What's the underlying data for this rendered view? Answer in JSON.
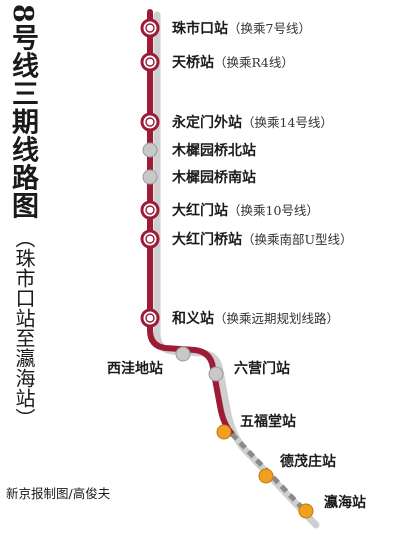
{
  "title": "8号线三期线路图",
  "subtitle": "（珠市口站至瀛海站）",
  "credit": "新京报制图/高俊夫",
  "colors": {
    "line_main": "#9e1b36",
    "line_shadow": "#cfcfcf",
    "line_planned": "#8a8a8a",
    "transfer_ring": "#9e1b36",
    "station_gray": "#c8c8c8",
    "station_orange": "#f0a020"
  },
  "stations": [
    {
      "id": "zhushikou",
      "name": "珠市口站",
      "note": "（换乘7号线）",
      "kind": "transfer"
    },
    {
      "id": "tianqiao",
      "name": "天桥站",
      "note": "（换乘R4线）",
      "kind": "transfer"
    },
    {
      "id": "yongdingmenwai",
      "name": "永定门外站",
      "note": "（换乘14号线）",
      "kind": "transfer"
    },
    {
      "id": "muxiyuan-n",
      "name": "木樨园桥北站",
      "note": "",
      "kind": "regular"
    },
    {
      "id": "muxiyuan-s",
      "name": "木樨园桥南站",
      "note": "",
      "kind": "regular"
    },
    {
      "id": "dahongmen",
      "name": "大红门站",
      "note": "（换乘10号线）",
      "kind": "transfer"
    },
    {
      "id": "dahongmenqiao",
      "name": "大红门桥站",
      "note": "（换乘南部U型线）",
      "kind": "transfer"
    },
    {
      "id": "heyi",
      "name": "和义站",
      "note": "（换乘远期规划线路）",
      "kind": "transfer"
    },
    {
      "id": "xiwadi",
      "name": "西洼地站",
      "note": "",
      "kind": "regular"
    },
    {
      "id": "liuyingmen",
      "name": "六营门站",
      "note": "",
      "kind": "regular"
    },
    {
      "id": "wufutang",
      "name": "五福堂站",
      "note": "",
      "kind": "future"
    },
    {
      "id": "demaozhuang",
      "name": "德茂庄站",
      "note": "",
      "kind": "future"
    },
    {
      "id": "yinghai",
      "name": "瀛海站",
      "note": "",
      "kind": "future"
    }
  ]
}
